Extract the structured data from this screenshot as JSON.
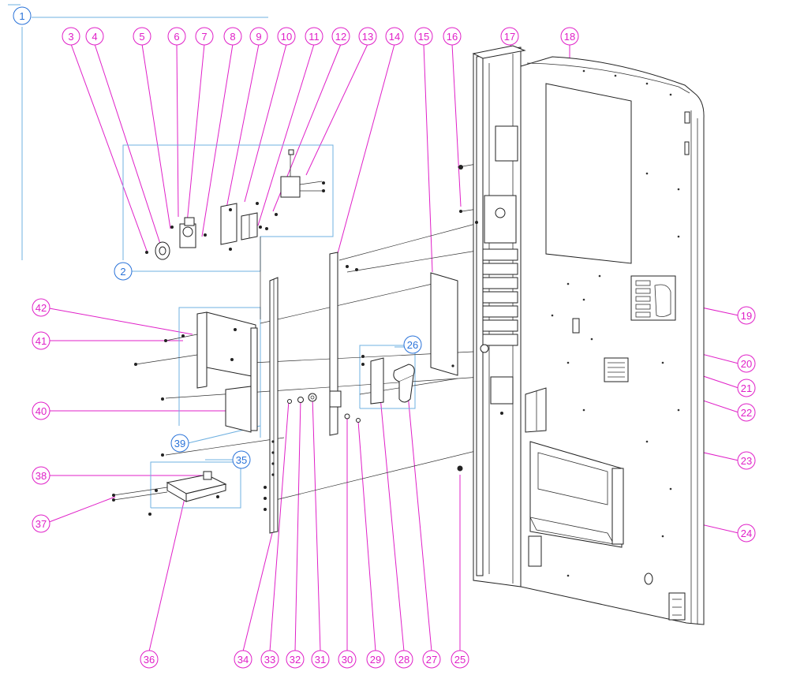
{
  "colors": {
    "callout_primary": "#e020c8",
    "callout_assembly": "#2a73d9",
    "leader_primary": "#e020c8",
    "leader_assembly": "#6fb0e0",
    "drawing": "#222222"
  },
  "callouts": [
    {
      "n": "1",
      "kind": "assembly"
    },
    {
      "n": "2",
      "kind": "assembly"
    },
    {
      "n": "3",
      "kind": "part"
    },
    {
      "n": "4",
      "kind": "part"
    },
    {
      "n": "5",
      "kind": "part"
    },
    {
      "n": "6",
      "kind": "part"
    },
    {
      "n": "7",
      "kind": "part"
    },
    {
      "n": "8",
      "kind": "part"
    },
    {
      "n": "9",
      "kind": "part"
    },
    {
      "n": "10",
      "kind": "part"
    },
    {
      "n": "11",
      "kind": "part"
    },
    {
      "n": "12",
      "kind": "part"
    },
    {
      "n": "13",
      "kind": "part"
    },
    {
      "n": "14",
      "kind": "part"
    },
    {
      "n": "15",
      "kind": "part"
    },
    {
      "n": "16",
      "kind": "part"
    },
    {
      "n": "17",
      "kind": "part"
    },
    {
      "n": "18",
      "kind": "part"
    },
    {
      "n": "19",
      "kind": "part"
    },
    {
      "n": "20",
      "kind": "part"
    },
    {
      "n": "21",
      "kind": "part"
    },
    {
      "n": "22",
      "kind": "part"
    },
    {
      "n": "23",
      "kind": "part"
    },
    {
      "n": "24",
      "kind": "part"
    },
    {
      "n": "25",
      "kind": "part"
    },
    {
      "n": "26",
      "kind": "assembly"
    },
    {
      "n": "27",
      "kind": "part"
    },
    {
      "n": "28",
      "kind": "part"
    },
    {
      "n": "29",
      "kind": "part"
    },
    {
      "n": "30",
      "kind": "part"
    },
    {
      "n": "31",
      "kind": "part"
    },
    {
      "n": "32",
      "kind": "part"
    },
    {
      "n": "33",
      "kind": "part"
    },
    {
      "n": "34",
      "kind": "part"
    },
    {
      "n": "35",
      "kind": "assembly"
    },
    {
      "n": "36",
      "kind": "part"
    },
    {
      "n": "37",
      "kind": "part"
    },
    {
      "n": "38",
      "kind": "part"
    },
    {
      "n": "39",
      "kind": "assembly"
    },
    {
      "n": "40",
      "kind": "part"
    },
    {
      "n": "41",
      "kind": "part"
    },
    {
      "n": "42",
      "kind": "part"
    }
  ]
}
